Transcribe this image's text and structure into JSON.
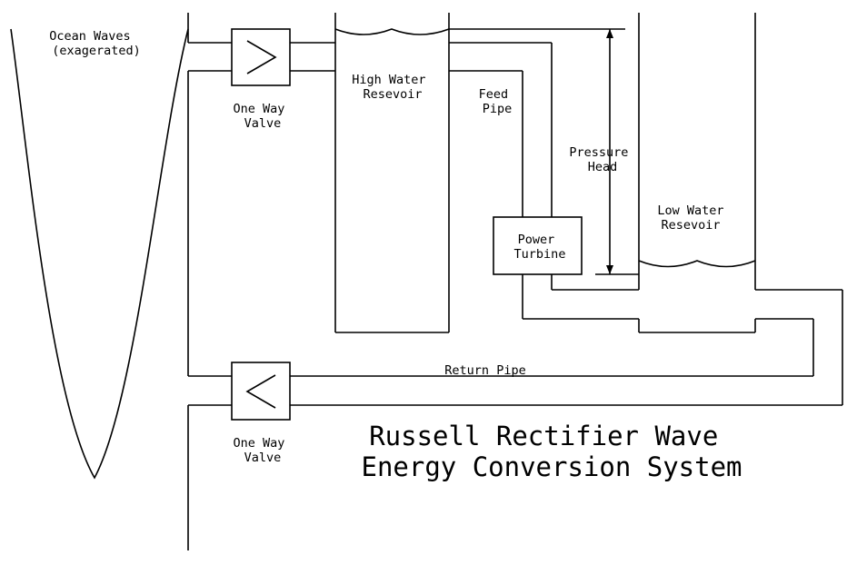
{
  "labels": {
    "ocean_waves": [
      "Ocean Waves",
      "(exagerated)"
    ],
    "valve_top": [
      "One Way",
      "Valve"
    ],
    "valve_bottom": [
      "One Way",
      "Valve"
    ],
    "high_reservoir": [
      "High Water",
      "Resevoir"
    ],
    "feed_pipe": [
      "Feed",
      "Pipe"
    ],
    "pressure_head": [
      "Pressure",
      "Head"
    ],
    "low_reservoir": [
      "Low Water",
      "Resevoir"
    ],
    "power_turbine": [
      "Power",
      "Turbine"
    ],
    "return_pipe": "Return Pipe"
  },
  "title": [
    "Russell Rectifier Wave",
    "Energy Conversion System"
  ],
  "valve_symbols": {
    "top": ">",
    "bottom": "<"
  }
}
